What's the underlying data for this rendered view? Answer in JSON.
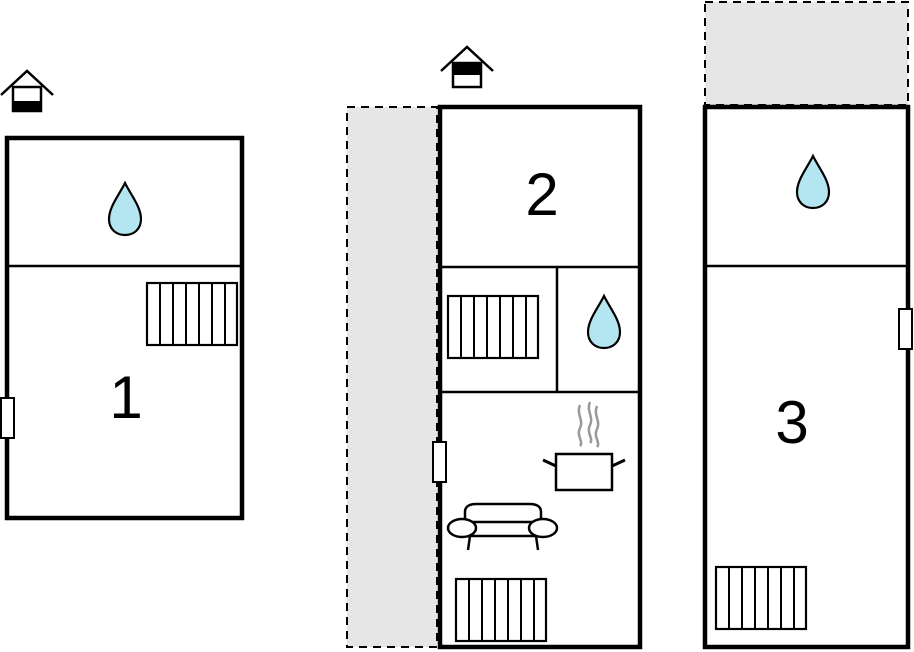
{
  "floors": [
    {
      "number": "1",
      "entrance_icon": "house-entrance-icon"
    },
    {
      "number": "2",
      "entrance_icon": "house-entrance-icon"
    },
    {
      "number": "3"
    }
  ],
  "icons": {
    "bathroom": "water-drop-icon",
    "bedroom": "bed-icon",
    "kitchen": "cooking-pot-icon",
    "living_room": "sofa-icon",
    "door": "door-icon"
  },
  "colors": {
    "wall": "#000000",
    "water_drop": "#b3e6f0",
    "outdoor_area": "#e6e6e6",
    "background": "#ffffff"
  }
}
